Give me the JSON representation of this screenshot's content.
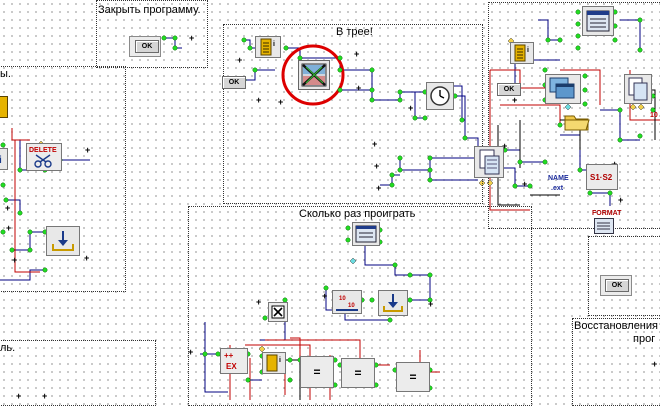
{
  "groups": {
    "close_program": "Закрыть программу.",
    "tray": "В трее!",
    "play_count": "Сколько раз проиграть",
    "restore": "Восстановления",
    "restore_cont": "прог",
    "left_top": "ы.",
    "left_bottom": "ль."
  },
  "buttons": {
    "ok": "OK"
  },
  "plus": "+",
  "equals": "=",
  "tags": {
    "delete": "DELETE",
    "ex": "EX",
    "name_ext": "NAME\n.ext",
    "s1s2": "S1·S2",
    "format": "FORMAT",
    "num_10a": "10",
    "num_10b": "10",
    "num_10c": "10"
  },
  "colors": {
    "wire": "#000080",
    "red_wire": "#c00000",
    "node": "#22dd22",
    "annotation_circle": "#dd0000"
  },
  "icons": [
    "notes-icon",
    "stop-x-icon",
    "clock-icon",
    "copy-doc-icon",
    "windows-icon",
    "folder-icon",
    "scissors-icon",
    "download-icon",
    "checkbox-x-icon",
    "list-icon"
  ]
}
